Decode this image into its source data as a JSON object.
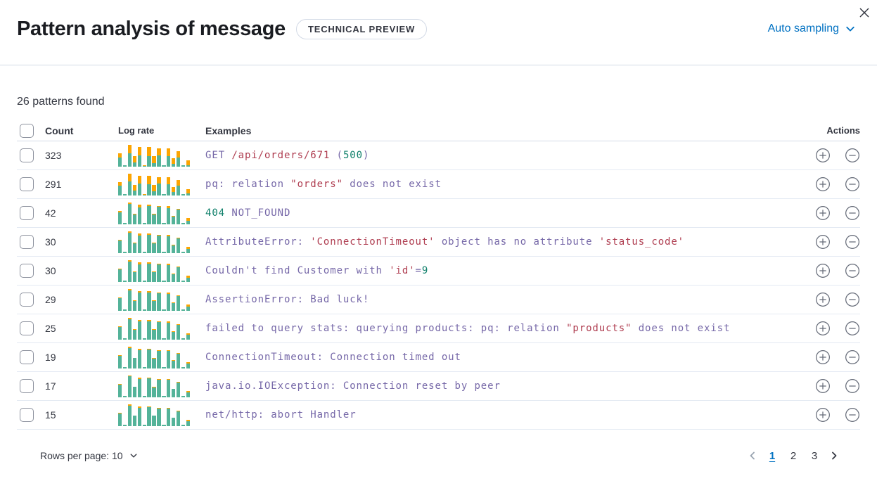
{
  "header": {
    "title": "Pattern analysis of message",
    "badge": "TECHNICAL PREVIEW",
    "sampling_label": "Auto sampling"
  },
  "summary": "26 patterns found",
  "table": {
    "columns": {
      "count": "Count",
      "log_rate": "Log rate",
      "examples": "Examples",
      "actions": "Actions"
    },
    "sparkline_totals": [
      19,
      2,
      31,
      15,
      28,
      2,
      28,
      15,
      26,
      2,
      26,
      12,
      22,
      2,
      9
    ],
    "rows": [
      {
        "count": "323",
        "orange": [
          6,
          0,
          12,
          9,
          12,
          1,
          13,
          10,
          10,
          0,
          11,
          8,
          9,
          0,
          7
        ],
        "example": [
          {
            "t": "GET ",
            "c": "purple"
          },
          {
            "t": "/api/orders/671",
            "c": "red"
          },
          {
            "t": " (",
            "c": "purple"
          },
          {
            "t": "500",
            "c": "green"
          },
          {
            "t": ")",
            "c": "purple"
          }
        ]
      },
      {
        "count": "291",
        "orange": [
          5,
          0,
          11,
          8,
          11,
          1,
          12,
          9,
          9,
          0,
          10,
          7,
          8,
          0,
          6
        ],
        "example": [
          {
            "t": "pq: relation ",
            "c": "purple"
          },
          {
            "t": "\"orders\"",
            "c": "red"
          },
          {
            "t": " does not exist",
            "c": "purple"
          }
        ]
      },
      {
        "count": "42",
        "orange": [
          2,
          0,
          2,
          1,
          4,
          0,
          2,
          1,
          1,
          0,
          3,
          1,
          1,
          0,
          4
        ],
        "example": [
          {
            "t": "404",
            "c": "green"
          },
          {
            "t": " NOT_FOUND",
            "c": "purple"
          }
        ]
      },
      {
        "count": "30",
        "orange": [
          1,
          0,
          2,
          1,
          3,
          0,
          2,
          1,
          1,
          0,
          2,
          1,
          1,
          0,
          3
        ],
        "example": [
          {
            "t": "AttributeError: ",
            "c": "purple"
          },
          {
            "t": "'ConnectionTimeout'",
            "c": "red"
          },
          {
            "t": " object has no attribute ",
            "c": "purple"
          },
          {
            "t": "'status_code'",
            "c": "red"
          }
        ]
      },
      {
        "count": "30",
        "orange": [
          1,
          0,
          2,
          1,
          3,
          0,
          2,
          1,
          1,
          0,
          2,
          1,
          1,
          0,
          3
        ],
        "example": [
          {
            "t": "Couldn't find Customer with ",
            "c": "purple"
          },
          {
            "t": "'id'",
            "c": "red"
          },
          {
            "t": "=",
            "c": "purple"
          },
          {
            "t": "9",
            "c": "green"
          }
        ]
      },
      {
        "count": "29",
        "orange": [
          1,
          0,
          2,
          1,
          2,
          0,
          2,
          1,
          1,
          0,
          2,
          1,
          1,
          0,
          3
        ],
        "example": [
          {
            "t": "AssertionError: Bad luck!",
            "c": "purple"
          }
        ]
      },
      {
        "count": "25",
        "orange": [
          1,
          0,
          2,
          1,
          2,
          0,
          2,
          1,
          1,
          0,
          2,
          1,
          1,
          0,
          2
        ],
        "example": [
          {
            "t": "failed to query stats: querying products: pq: relation ",
            "c": "purple"
          },
          {
            "t": "\"products\"",
            "c": "red"
          },
          {
            "t": " does not exist",
            "c": "purple"
          }
        ]
      },
      {
        "count": "19",
        "orange": [
          1,
          0,
          2,
          0,
          2,
          0,
          1,
          1,
          1,
          0,
          1,
          1,
          1,
          0,
          2
        ],
        "example": [
          {
            "t": "ConnectionTimeout: Connection timed out",
            "c": "purple"
          }
        ]
      },
      {
        "count": "17",
        "orange": [
          1,
          0,
          1,
          0,
          2,
          0,
          1,
          1,
          1,
          0,
          1,
          0,
          1,
          0,
          2
        ],
        "example": [
          {
            "t": "java.io.IOException: Connection reset by peer",
            "c": "purple"
          }
        ]
      },
      {
        "count": "15",
        "orange": [
          1,
          0,
          2,
          0,
          2,
          0,
          1,
          0,
          1,
          0,
          1,
          0,
          1,
          0,
          2
        ],
        "example": [
          {
            "t": "net/http: abort Handler",
            "c": "purple"
          }
        ]
      }
    ]
  },
  "footer": {
    "rows_per_page": "Rows per page: 10",
    "pages": [
      "1",
      "2",
      "3"
    ],
    "current_page": "1"
  },
  "colors": {
    "accent_blue": "#0071c2",
    "title_text": "#1a1c21",
    "body_text": "#343741",
    "bar_teal": "#54b399",
    "bar_orange": "#fca502",
    "code_purple": "#7668a8",
    "code_red": "#af3d50",
    "code_green": "#10806b",
    "border_strong": "#d3dae6",
    "border_light": "#e4eaf3",
    "icon_gray": "#646a77",
    "disabled_gray": "#9aa5b1",
    "checkbox_border": "#8e939f"
  }
}
